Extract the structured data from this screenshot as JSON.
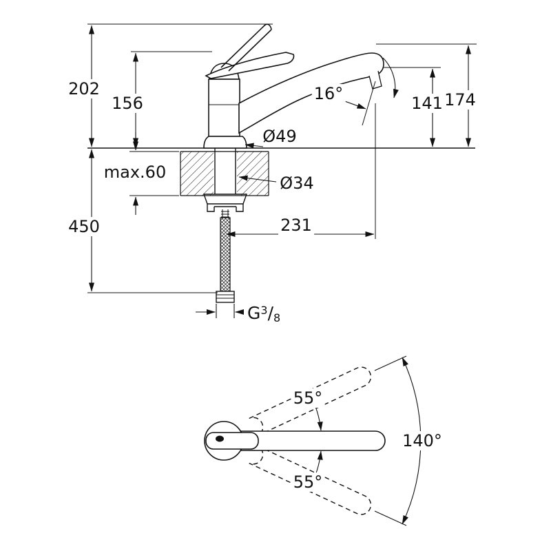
{
  "title": "Single-lever sink mixer technical dimension drawing",
  "side_view": {
    "overall_height": "202",
    "body_height": "156",
    "max_counter_thickness": "max.60",
    "below_counter_length": "450",
    "base_diameter": "Ø49",
    "shank_diameter": "Ø34",
    "spout_tilt_angle": "16°",
    "outlet_height": "141",
    "spout_top_height": "174",
    "spout_reach": "231",
    "thread_g": "G",
    "thread_numerator": "3",
    "thread_slash": "/",
    "thread_denominator": "8"
  },
  "top_view": {
    "swivel_upper": "55°",
    "swivel_lower": "55°",
    "swivel_total": "140°"
  }
}
